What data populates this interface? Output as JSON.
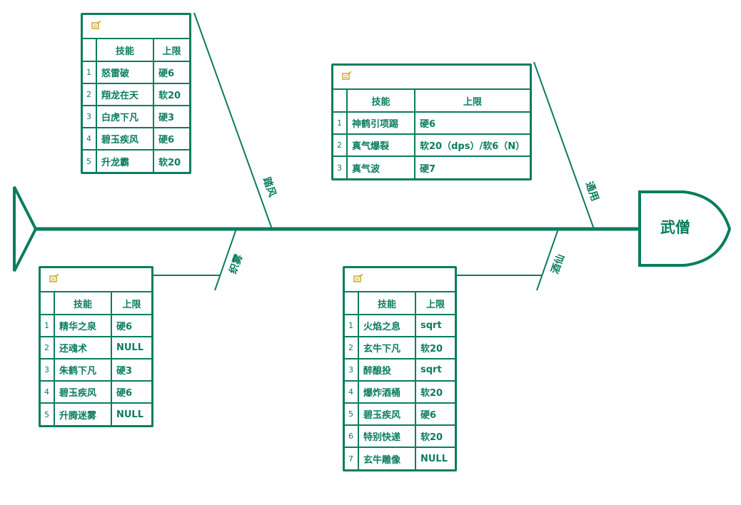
{
  "head": {
    "label": "武僧"
  },
  "branches": [
    {
      "id": "tafeng",
      "label": "踏风"
    },
    {
      "id": "tongyong",
      "label": "通用"
    },
    {
      "id": "jiexiang",
      "label": "织雾"
    },
    {
      "id": "jiuxian",
      "label": "酒仙"
    }
  ],
  "tables": [
    {
      "id": "tafeng",
      "columns": [
        "技能",
        "上限"
      ],
      "rows": [
        [
          "1",
          "怒雷破",
          "硬6"
        ],
        [
          "2",
          "翔龙在天",
          "软20"
        ],
        [
          "3",
          "白虎下凡",
          "硬3"
        ],
        [
          "4",
          "碧玉疾风",
          "硬6"
        ],
        [
          "5",
          "升龙霸",
          "软20"
        ]
      ]
    },
    {
      "id": "tongyong",
      "columns": [
        "技能",
        "上限"
      ],
      "rows": [
        [
          "1",
          "神鹤引项踢",
          "硬6"
        ],
        [
          "2",
          "真气爆裂",
          "软20（dps）/软6（N）"
        ],
        [
          "3",
          "真气波",
          "硬7"
        ]
      ]
    },
    {
      "id": "jiexiang",
      "columns": [
        "技能",
        "上限"
      ],
      "rows": [
        [
          "1",
          "精华之泉",
          "硬6"
        ],
        [
          "2",
          "还魂术",
          "NULL"
        ],
        [
          "3",
          "朱鹤下凡",
          "硬3"
        ],
        [
          "4",
          "碧玉疾风",
          "硬6"
        ],
        [
          "5",
          "升腾迷雾",
          "NULL"
        ]
      ]
    },
    {
      "id": "jiuxian",
      "columns": [
        "技能",
        "上限"
      ],
      "rows": [
        [
          "1",
          "火焰之息",
          "sqrt"
        ],
        [
          "2",
          "玄牛下凡",
          "软20"
        ],
        [
          "3",
          "醉酿投",
          "sqrt"
        ],
        [
          "4",
          "爆炸酒桶",
          "软20"
        ],
        [
          "5",
          "碧玉疾风",
          "硬6"
        ],
        [
          "6",
          "特别快递",
          "软20"
        ],
        [
          "7",
          "玄牛雕像",
          "NULL"
        ]
      ]
    }
  ],
  "colors": {
    "line": "#0b7d5e",
    "icon": "#c9a227"
  },
  "icons": {
    "table_header": "note-edit-icon"
  }
}
